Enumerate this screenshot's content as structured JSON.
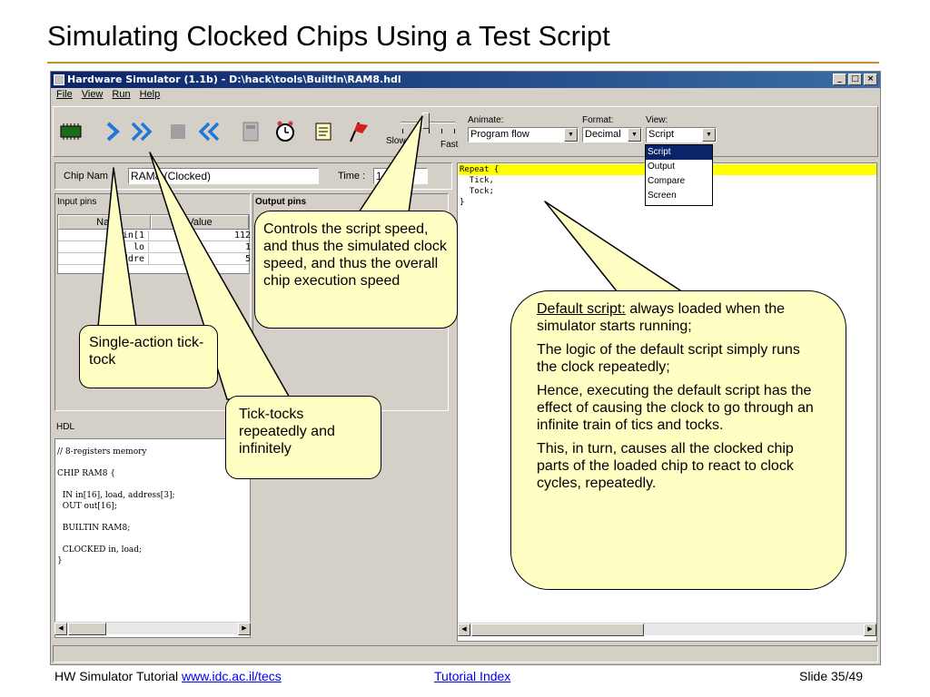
{
  "slide_title": "Simulating Clocked Chips Using a Test Script",
  "window": {
    "title": "Hardware Simulator (1.1b) - D:\\hack\\tools\\BuiltIn\\RAM8.hdl",
    "controls": [
      "_",
      "□",
      "×"
    ]
  },
  "menu": [
    "File",
    "View",
    "Run",
    "Help"
  ],
  "toolbar": {
    "icons": [
      "chip-load-icon",
      "single-step-icon",
      "fast-forward-icon",
      "stop-icon",
      "rewind-icon",
      "calculator-icon",
      "clock-icon",
      "script-icon",
      "breakpoint-flag-icon"
    ],
    "speed_slow": "Slow",
    "speed_fast": "Fast",
    "animate_label": "Animate:",
    "animate_value": "Program flow",
    "format_label": "Format:",
    "format_value": "Decimal",
    "view_label": "View:",
    "view_value": "Script",
    "view_options": [
      "Script",
      "Output",
      "Compare",
      "Screen"
    ]
  },
  "chip": {
    "name_label": "Chip Nam",
    "name_value": "RAM8 (Clocked)",
    "time_label": "Time :",
    "time_value": "1"
  },
  "input_pins": {
    "title": "Input pins",
    "col_name": "Nar",
    "col_value": "Value",
    "rows": [
      {
        "name": "in[1",
        "value": "112"
      },
      {
        "name": "lo",
        "value": "1"
      },
      {
        "name": "addre",
        "value": "5"
      }
    ]
  },
  "output_pins": {
    "title": "Output pins"
  },
  "hdl": {
    "title": "HDL",
    "lines": [
      "// 8-registers memory",
      "",
      "CHIP RAM8 {",
      "",
      "  IN in[16], load, address[3];",
      "  OUT out[16];",
      "",
      "  BUILTIN RAM8;",
      "",
      "  CLOCKED in, load;",
      "}"
    ]
  },
  "script": {
    "lines": [
      "Repeat {",
      "  Tick,",
      "  Tock;",
      "}"
    ]
  },
  "callouts": {
    "speed": "Controls the script speed, and thus the simulated clock speed, and thus the overall chip execution speed",
    "single": "Single-action tick-tock",
    "repeat": "Tick-tocks repeatedly and infinitely",
    "default_heading": "Default script:",
    "default_p1": " always loaded when the simulator starts running;",
    "default_p2": "The logic of the default script simply runs the clock repeatedly;",
    "default_p3": "Hence, executing the default script has the effect of causing the clock to go through an infinite train of tics and tocks.",
    "default_p4": "This, in turn, causes all the clocked chip parts of the loaded chip to react to clock cycles, repeatedly."
  },
  "footer": {
    "left_text": "HW Simulator Tutorial ",
    "left_link": "www.idc.ac.il/tecs",
    "center_link": "Tutorial Index",
    "slide_no": "Slide 35/49"
  }
}
